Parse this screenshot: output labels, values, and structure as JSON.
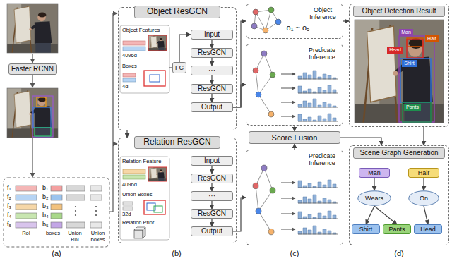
{
  "diagram": {
    "nodes": [
      {
        "text": [
          "Faster RCNN"
        ]
      },
      {
        "text": [
          "Object ResGCN"
        ]
      },
      {
        "text": [
          "Input"
        ],
        "in": 1
      },
      {
        "text": [
          "FC"
        ],
        "in": 1
      },
      {
        "text": [
          "ResGCN"
        ],
        "in": 1
      },
      {
        "text": [
          "···"
        ],
        "in": 1
      },
      {
        "text": [
          "ResGCN"
        ],
        "in": 1
      },
      {
        "text": [
          "Output"
        ],
        "in": 1
      },
      {
        "text": [
          "Relation ResGCN"
        ]
      },
      {
        "text": [
          "Input"
        ],
        "in": 8
      },
      {
        "text": [
          "ResGCN"
        ],
        "in": 8
      },
      {
        "text": [
          "···"
        ],
        "in": 8
      },
      {
        "text": [
          "ResGCN"
        ],
        "in": 8
      },
      {
        "text": [
          "Output"
        ],
        "in": 8
      },
      {
        "text": [
          "Object Inference",
          "o₁ ~ o₅"
        ]
      },
      {
        "text": [
          "Predicate Inference"
        ]
      },
      {
        "text": [
          "Score Fusion"
        ]
      },
      {
        "text": [
          "Predicate Inference"
        ]
      },
      {
        "text": [
          "Object Detection Result"
        ]
      },
      {
        "text": [
          "Man"
        ],
        "in": 18
      },
      {
        "text": [
          "Hair"
        ],
        "in": 18
      },
      {
        "text": [
          "Head"
        ],
        "in": 18
      },
      {
        "text": [
          "Shirt"
        ],
        "in": 18
      },
      {
        "text": [
          "Pants"
        ],
        "in": 18
      },
      {
        "text": [
          "Scene Graph Generation"
        ]
      },
      {
        "text": [
          "Man"
        ],
        "in": 24
      },
      {
        "text": [
          "Hair"
        ],
        "in": 24
      },
      {
        "text": [
          "Wears"
        ],
        "in": 24
      },
      {
        "text": [
          "On"
        ],
        "in": 24
      },
      {
        "text": [
          "Shirt"
        ],
        "in": 24
      },
      {
        "text": [
          "Pants"
        ],
        "in": 24
      },
      {
        "text": [
          "Head"
        ],
        "in": 24
      }
    ],
    "edges": [
      {
        "from": 3,
        "to": 2,
        "arrow": "to"
      },
      {
        "from": 2,
        "to": 4,
        "arrow": "to"
      },
      {
        "from": 4,
        "to": 5,
        "arrow": "to"
      },
      {
        "from": 5,
        "to": 6,
        "arrow": "to"
      },
      {
        "from": 6,
        "to": 7,
        "arrow": "to"
      },
      {
        "from": 1,
        "to": 8,
        "arrow": "to"
      },
      {
        "from": 9,
        "to": 10,
        "arrow": "to"
      },
      {
        "from": 10,
        "to": 11,
        "arrow": "to"
      },
      {
        "from": 11,
        "to": 12,
        "arrow": "to"
      },
      {
        "from": 12,
        "to": 13,
        "arrow": "to"
      },
      {
        "from": 7,
        "to": 14,
        "arrow": "to"
      },
      {
        "from": 7,
        "to": 15,
        "arrow": "to"
      },
      {
        "from": 13,
        "to": 17,
        "arrow": "to"
      },
      {
        "from": 14,
        "to": 18,
        "arrow": "to"
      },
      {
        "from": 15,
        "to": 16,
        "arrow": "to"
      },
      {
        "from": 17,
        "to": 16,
        "arrow": "to"
      },
      {
        "from": 16,
        "to": 24,
        "arrow": "to"
      },
      {
        "from": 18,
        "to": 24,
        "arrow": "to"
      },
      {
        "from": 25,
        "to": 27,
        "arrow": "to"
      },
      {
        "from": 27,
        "to": 29,
        "arrow": "to"
      },
      {
        "from": 27,
        "to": 30,
        "arrow": "to"
      },
      {
        "from": 26,
        "to": 28,
        "arrow": "to"
      },
      {
        "from": 28,
        "to": 31,
        "arrow": "to"
      }
    ],
    "labels": [
      "f₁",
      "b₁",
      "f₂",
      "b₂",
      "f₃",
      "b₃",
      "f₄",
      "b₄",
      "f₅",
      "b₅",
      "RoI",
      "boxes",
      "Union RoI",
      "Union boxes",
      "(a)",
      "Object Features",
      "4096d",
      "Boxes",
      "4d",
      "Relation Feature",
      "4096d",
      "Union Boxes",
      "32d",
      "Relation Prior",
      "(b)",
      "(c)",
      "(d)"
    ]
  }
}
